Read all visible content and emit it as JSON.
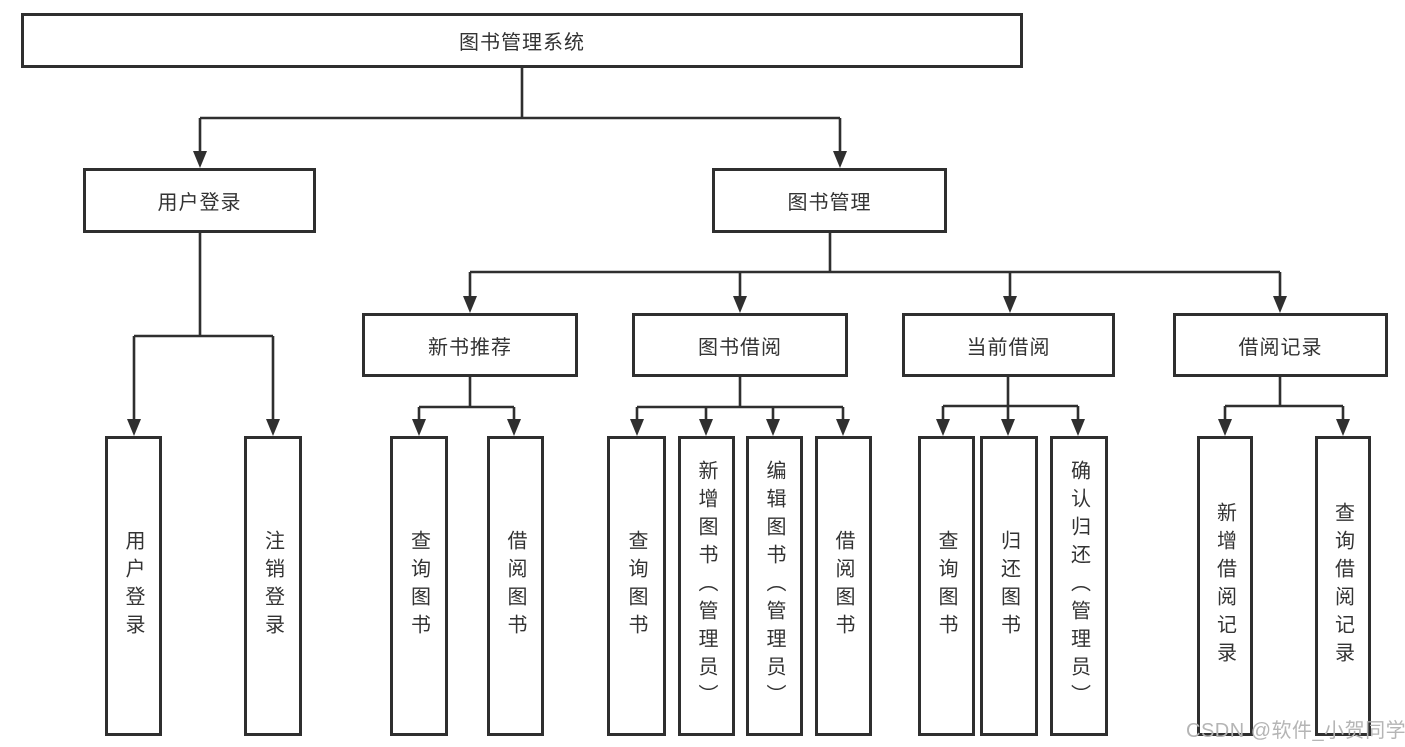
{
  "tree": {
    "root": {
      "label": "图书管理系统"
    },
    "branches": [
      {
        "label": "用户登录",
        "children": [
          {
            "label": "用户登录"
          },
          {
            "label": "注销登录"
          }
        ]
      },
      {
        "label": "图书管理",
        "children": [
          {
            "label": "新书推荐",
            "children": [
              {
                "label": "查询图书"
              },
              {
                "label": "借阅图书"
              }
            ]
          },
          {
            "label": "图书借阅",
            "children": [
              {
                "label": "查询图书"
              },
              {
                "label": "新增图书（管理员）"
              },
              {
                "label": "编辑图书（管理员）"
              },
              {
                "label": "借阅图书"
              }
            ]
          },
          {
            "label": "当前借阅",
            "children": [
              {
                "label": "查询图书"
              },
              {
                "label": "归还图书"
              },
              {
                "label": "确认归还（管理员）"
              }
            ]
          },
          {
            "label": "借阅记录",
            "children": [
              {
                "label": "新增借阅记录"
              },
              {
                "label": "查询借阅记录"
              }
            ]
          }
        ]
      }
    ]
  },
  "watermark": {
    "text": "CSDN @软件_小贺同学"
  },
  "colors": {
    "line": "#2f2f2f",
    "box_border": "#2f2f2f",
    "box_fill": "#ffffff",
    "text": "#333333",
    "watermark": "#b5b5b5",
    "background": "#ffffff"
  }
}
